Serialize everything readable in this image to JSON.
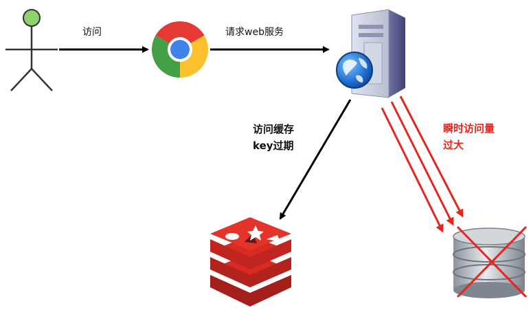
{
  "labels": {
    "visit": "访问",
    "request_web_service": "请求web服务",
    "cache_expired_line1": "访问缓存",
    "cache_expired_line2": "key过期",
    "burst_line1": "瞬时访问量",
    "burst_line2": "过大"
  },
  "colors": {
    "arrow": "#000000",
    "burst_arrow": "#e8241c",
    "cross": "#e8241c",
    "user_head": "#8fd16a",
    "redis_red": "#d92b22"
  },
  "icons": {
    "user": "stick-figure-icon",
    "browser": "chrome-browser-icon",
    "server": "web-server-icon",
    "cache": "redis-icon",
    "database": "database-icon"
  }
}
